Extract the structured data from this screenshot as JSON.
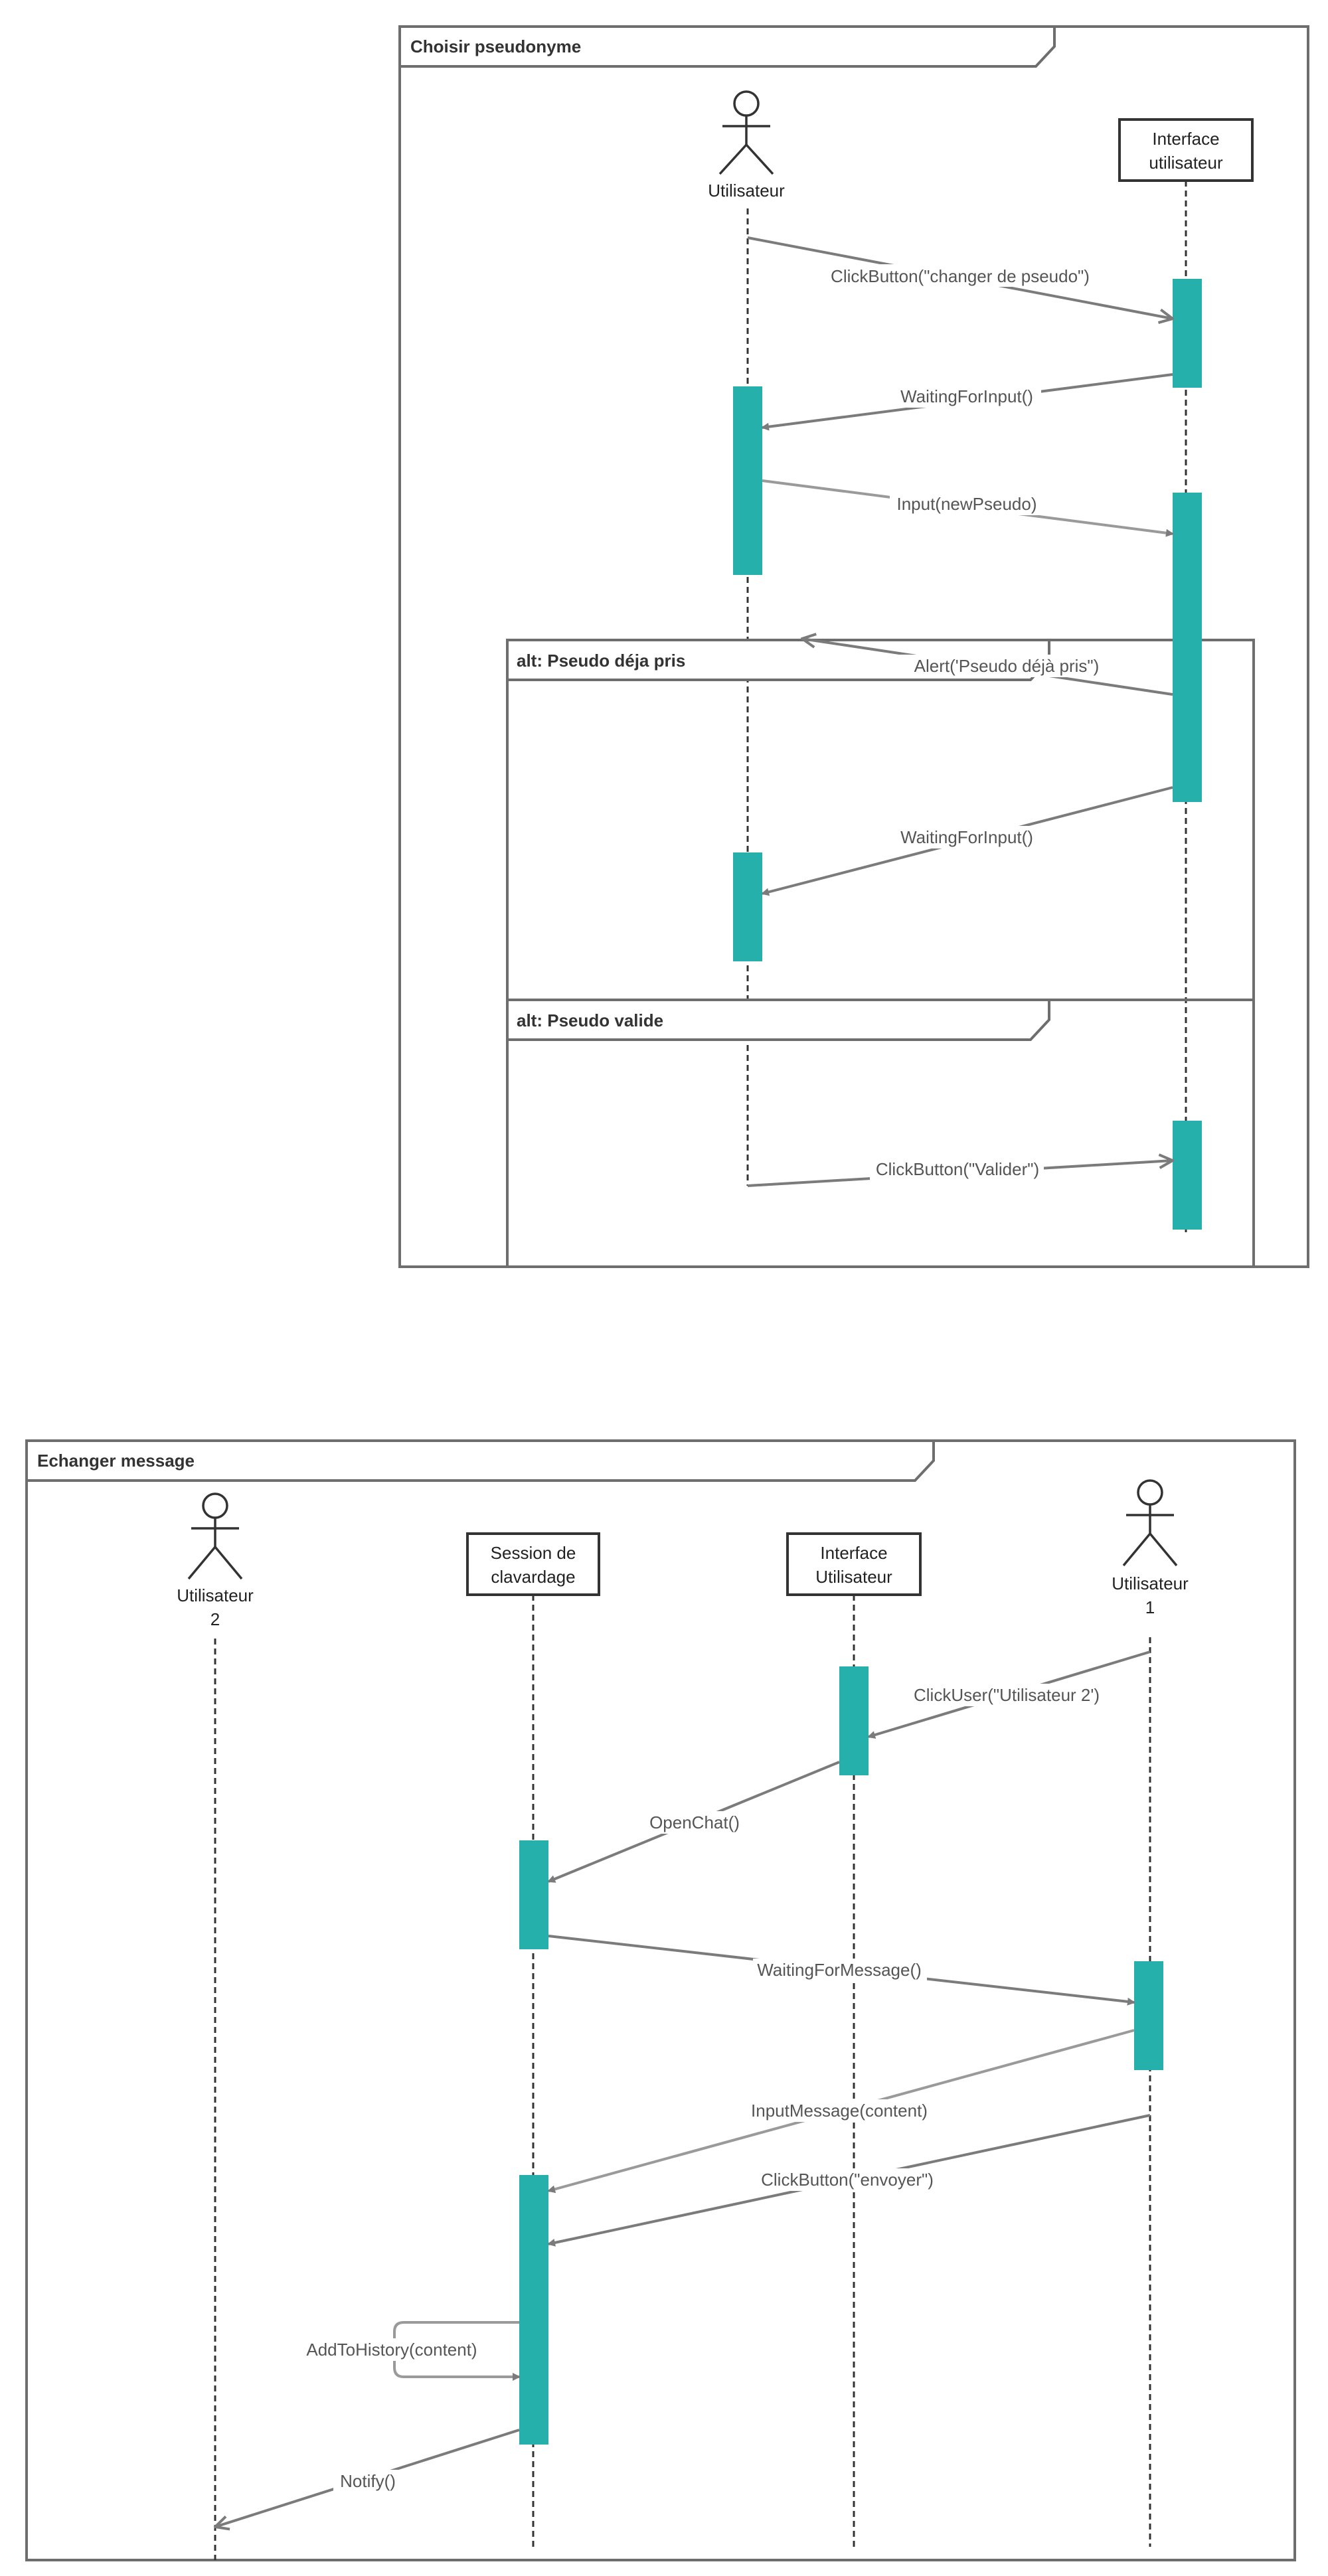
{
  "diagram1": {
    "frame_title": "Choisir pseudonyme",
    "actor_user": "Utilisateur",
    "ui_line1": "Interface",
    "ui_line2": "utilisateur",
    "alt1_title": "alt: Pseudo déja pris",
    "alt2_title": "alt: Pseudo valide",
    "messages": [
      "ClickButton(\"changer de pseudo\")",
      "WaitingForInput()",
      "Input(newPseudo)",
      "Alert('Pseudo déjà pris\")",
      "WaitingForInput()",
      "ClickButton(\"Valider\")"
    ]
  },
  "diagram2": {
    "frame_title": "Echanger message",
    "actor_user2_line1": "Utilisateur",
    "actor_user2_line2": "2",
    "session_line1": "Session de",
    "session_line2": "clavardage",
    "ui_line1": "Interface",
    "ui_line2": "Utilisateur",
    "actor_user1_line1": "Utilisateur",
    "actor_user1_line2": "1",
    "messages": [
      "ClickUser(\"Utilisateur 2')",
      "OpenChat()",
      "WaitingForMessage()",
      "InputMessage(content)",
      "ClickButton(\"envoyer\")",
      "AddToHistory(content)",
      "Notify()"
    ]
  },
  "colors": {
    "activation": "#26b0ab",
    "frame": "#6e6e6e",
    "message": "#7b7b7b"
  }
}
